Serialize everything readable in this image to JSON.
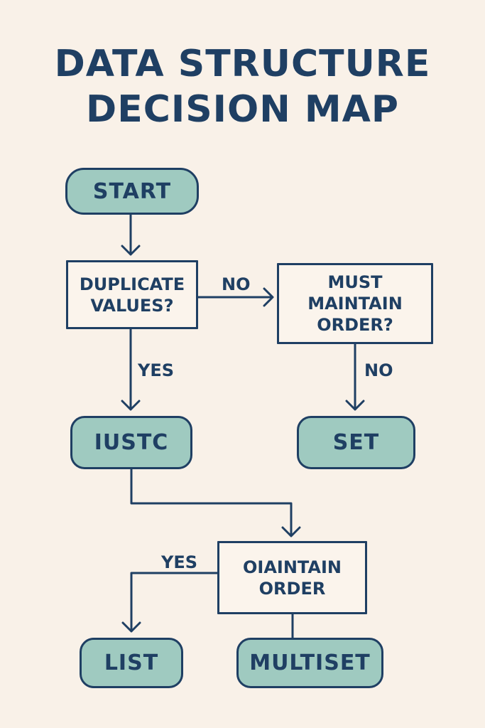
{
  "title": {
    "line1": "DATA STRUCTURE",
    "line2": "DECISION MAP"
  },
  "nodes": {
    "start": "START",
    "duplicate": "DUPLICATE\nVALUES?",
    "maintain_order_top": "MUST\nMAINTAIN\nORDER?",
    "iusic": "IUSTC",
    "set": "SET",
    "maintain_order_bottom": "OIAINTAIN\nORDER",
    "list": "LIST",
    "multiset": "MULTISET"
  },
  "edge_labels": {
    "duplicate_no": "NO",
    "duplicate_yes": "YES",
    "order_no": "NO",
    "bottom_yes": "YES"
  },
  "colors": {
    "background": "#f9f1e8",
    "ink": "#1f3f63",
    "terminal_fill": "#9fcac0",
    "decision_fill": "#fbf4ec"
  }
}
